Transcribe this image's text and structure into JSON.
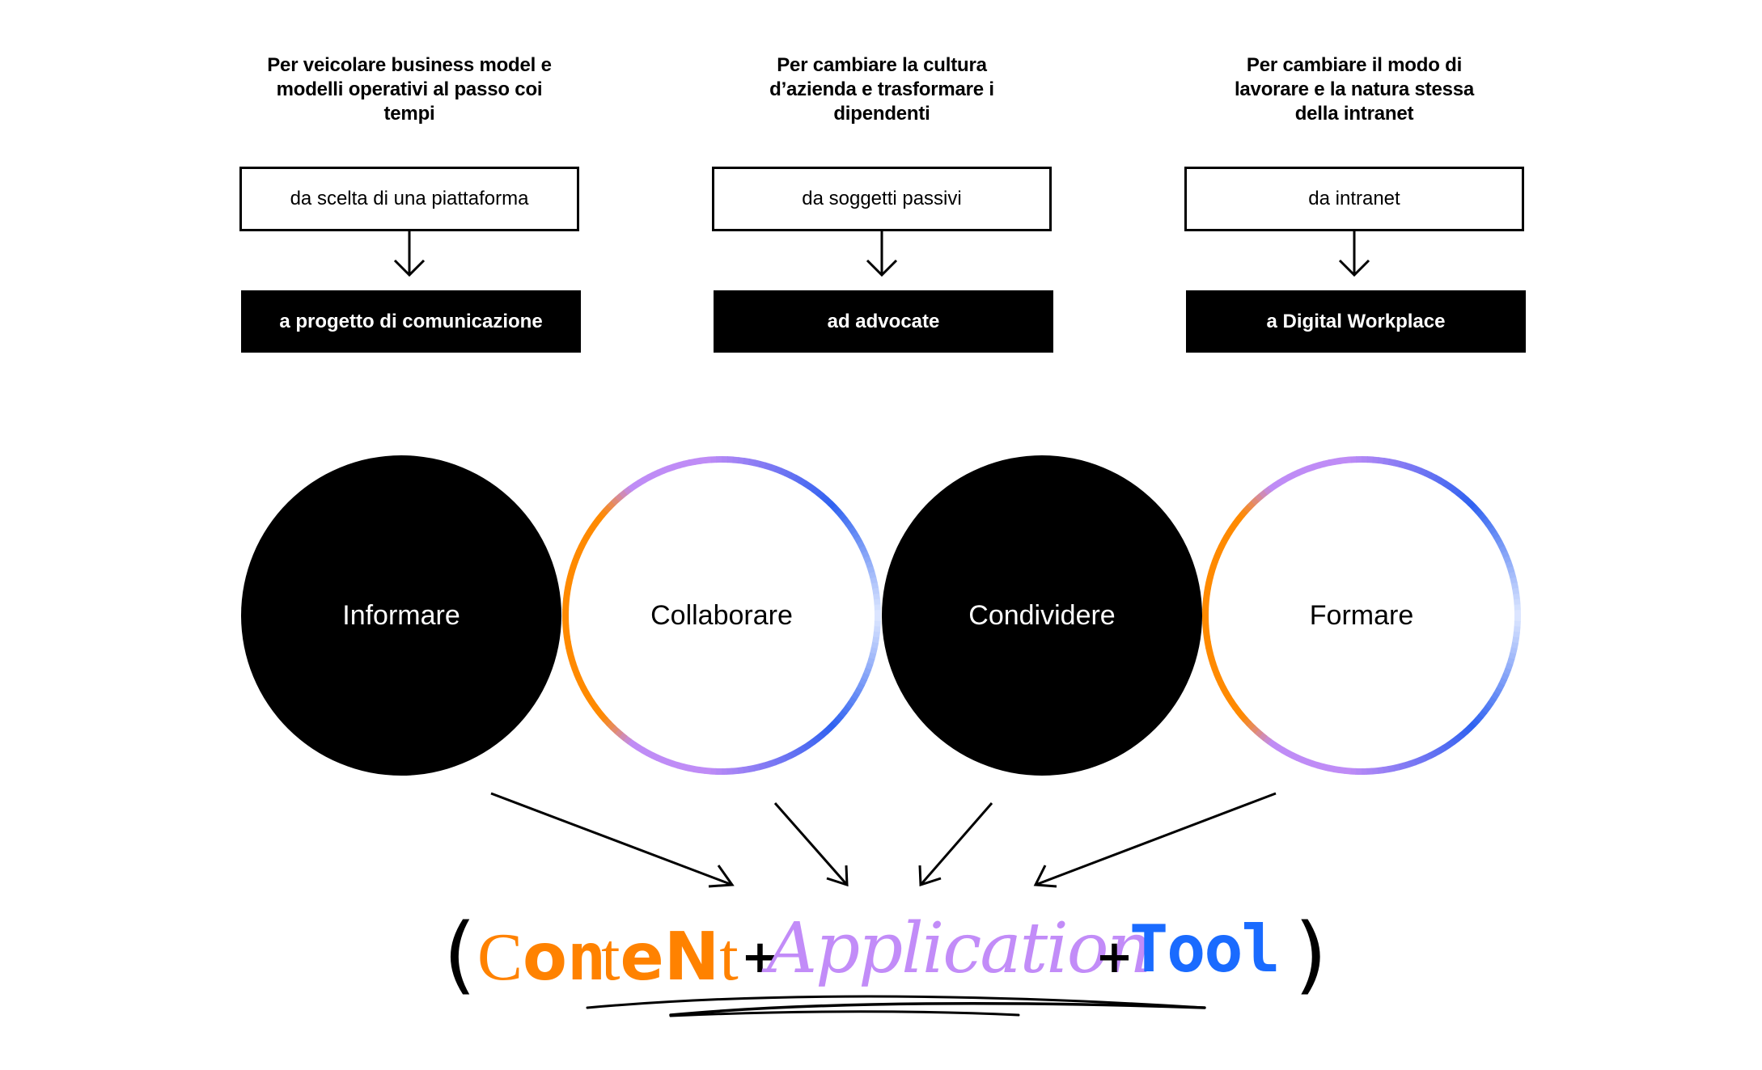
{
  "columns": [
    {
      "heading": [
        "Per veicolare business model e",
        "modelli operativi al passo coi",
        "tempi"
      ],
      "from": "da scelta di una piattaforma",
      "to": "a progetto di comunicazione"
    },
    {
      "heading": [
        "Per cambiare la cultura",
        "d’azienda e trasformare i",
        "dipendenti"
      ],
      "from": "da soggetti passivi",
      "to": "ad advocate"
    },
    {
      "heading": [
        "Per cambiare il modo di",
        "lavorare e la natura stessa",
        "della intranet"
      ],
      "from": "da intranet",
      "to": "a Digital Workplace"
    }
  ],
  "circles": [
    {
      "label": "Informare",
      "style": "filled"
    },
    {
      "label": "Collaborare",
      "style": "ring"
    },
    {
      "label": "Condividere",
      "style": "filled"
    },
    {
      "label": "Formare",
      "style": "ring"
    }
  ],
  "ring_gradient_colors": {
    "orange": "#ff8a00",
    "purple": "#bf8cf6",
    "blue": "#2f62f0",
    "pale": "#dfe8ff"
  },
  "formula": {
    "open_paren": "(",
    "close_paren": ")",
    "plus": "+",
    "content_letters": [
      "C",
      "o",
      "n",
      "t",
      "e",
      "N",
      "t"
    ],
    "application": "Application",
    "tool": "Tool",
    "colors": {
      "content": "#ff8200",
      "application": "#c28cf8",
      "tool": "#1a6bff",
      "operators": "#000000"
    }
  }
}
